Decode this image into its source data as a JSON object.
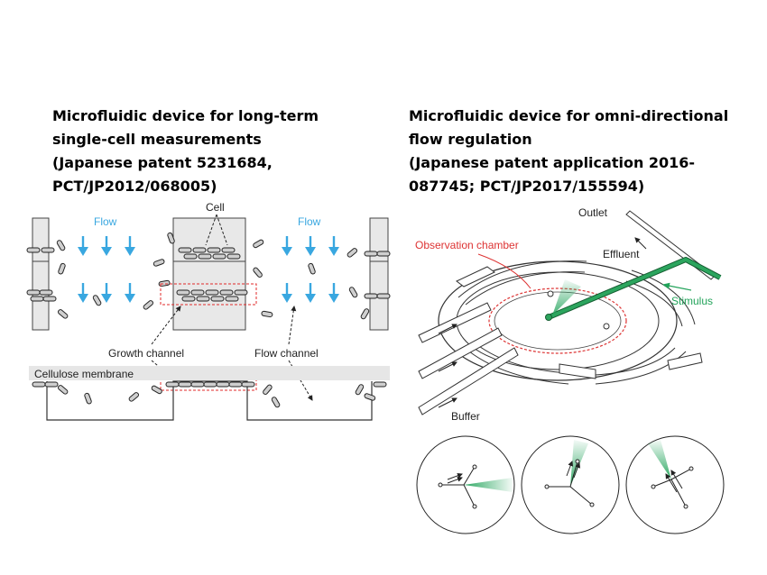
{
  "left_panel": {
    "title_lines": [
      "Microfluidic device for long-term",
      "single-cell measurements",
      "(Japanese patent 5231684,",
      "PCT/JP2012/068005)"
    ],
    "labels": {
      "flow_left": "Flow",
      "flow_right": "Flow",
      "cell": "Cell",
      "growth_channel": "Growth channel",
      "flow_channel": "Flow channel",
      "membrane": "Cellulose membrane"
    }
  },
  "right_panel": {
    "title_lines": [
      "Microfluidic device for omni-directional",
      "flow regulation",
      "(Japanese patent application 2016-",
      "087745; PCT/JP2017/155594)"
    ],
    "labels": {
      "outlet": "Outlet",
      "observation_chamber": "Observation chamber",
      "effluent": "Effluent",
      "stimulus": "Stimulus",
      "buffer": "Buffer"
    }
  },
  "colors": {
    "flow_arrow": "#39a7e0",
    "dashed_outline": "#e02a2a",
    "stimulus_green": "#22a35a",
    "membrane_gray": "#e6e6e6"
  }
}
